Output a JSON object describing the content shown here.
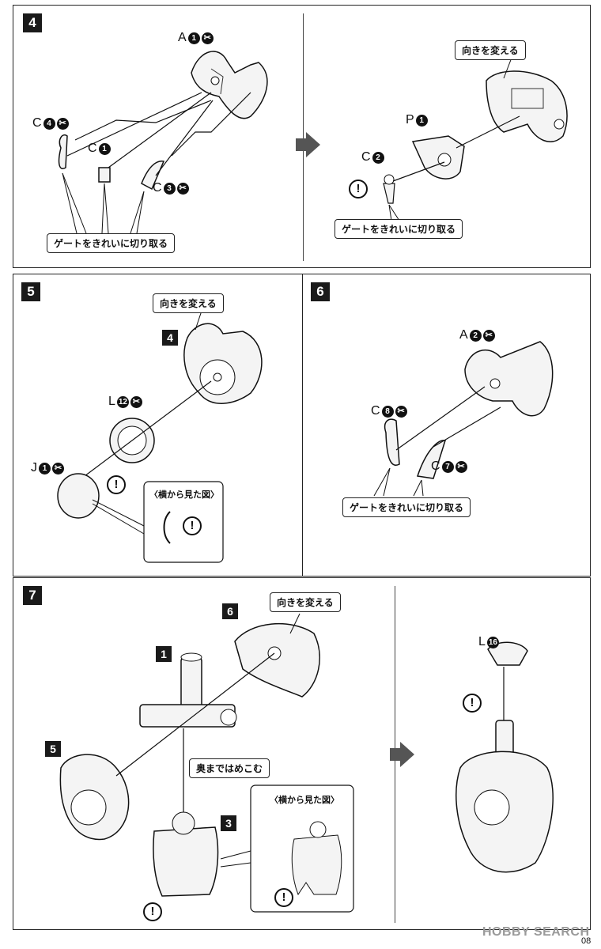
{
  "steps": {
    "s4": {
      "number": "4"
    },
    "s5": {
      "number": "5"
    },
    "s6": {
      "number": "6"
    },
    "s7": {
      "number": "7"
    }
  },
  "texts": {
    "gate_cut": "ゲートをきれいに切り取る",
    "turn_around": "向きを変える",
    "side_view": "〈横から見た図〉",
    "press_in": "奥まではめこむ",
    "caution": "!"
  },
  "labels": {
    "s4_a": {
      "letter": "A",
      "num": "1"
    },
    "s4_c4": {
      "letter": "C",
      "num": "4"
    },
    "s4_c1": {
      "letter": "C",
      "num": "1"
    },
    "s4_c3": {
      "letter": "C",
      "num": "3"
    },
    "s4_p1": {
      "letter": "P",
      "num": "1"
    },
    "s4_c2": {
      "letter": "C",
      "num": "2"
    },
    "s5_l12": {
      "letter": "L",
      "num": "12"
    },
    "s5_j1": {
      "letter": "J",
      "num": "1"
    },
    "s6_a2": {
      "letter": "A",
      "num": "2"
    },
    "s6_c8": {
      "letter": "C",
      "num": "8"
    },
    "s6_c7": {
      "letter": "C",
      "num": "7"
    },
    "s7_l16": {
      "letter": "L",
      "num": "16"
    }
  },
  "refs": {
    "r4": "4",
    "r6": "6",
    "r1": "1",
    "r5": "5",
    "r3": "3"
  },
  "footer": {
    "page": "08",
    "watermark": "HOBBY SEARCH"
  }
}
